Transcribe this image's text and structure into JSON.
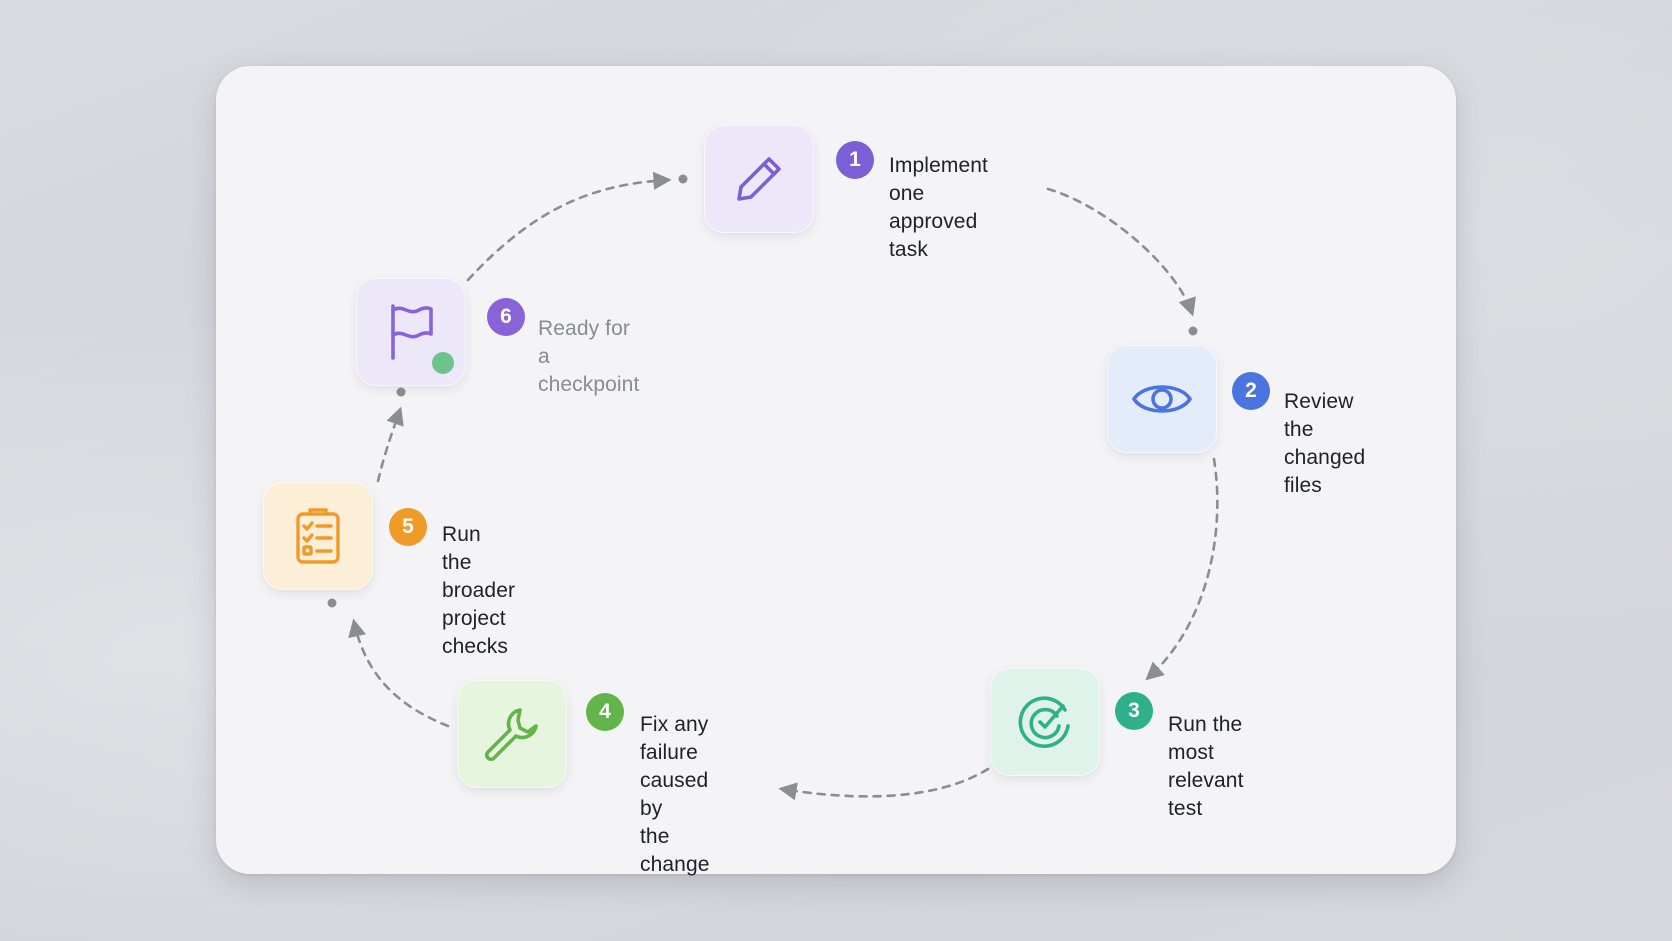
{
  "card": {
    "background": "#f4f4f6"
  },
  "steps": [
    {
      "number": "1",
      "label": "Implement one\napproved task",
      "icon": "pencil-icon",
      "accent": "#7b5fd6",
      "tile_bg": "#ece8fa",
      "muted": false
    },
    {
      "number": "2",
      "label": "Review the\nchanged files",
      "icon": "eye-icon",
      "accent": "#4a74e0",
      "tile_bg": "#e4ebfb",
      "muted": false
    },
    {
      "number": "3",
      "label": "Run the most\nrelevant test",
      "icon": "target-check-icon",
      "accent": "#2fb08a",
      "tile_bg": "#dff3ea",
      "muted": false
    },
    {
      "number": "4",
      "label": "Fix any failure\ncaused by\nthe change",
      "icon": "wrench-icon",
      "accent": "#62b548",
      "tile_bg": "#e8f5de",
      "muted": false
    },
    {
      "number": "5",
      "label": "Run the broader\nproject checks",
      "icon": "clipboard-checklist-icon",
      "accent": "#f09a27",
      "tile_bg": "#fdeed8",
      "muted": false
    },
    {
      "number": "6",
      "label": "Ready for\na checkpoint",
      "icon": "flag-icon",
      "accent": "#8a63d8",
      "tile_bg": "#ece8fa",
      "muted": true,
      "status_dot_color": "#6cc48c"
    }
  ]
}
